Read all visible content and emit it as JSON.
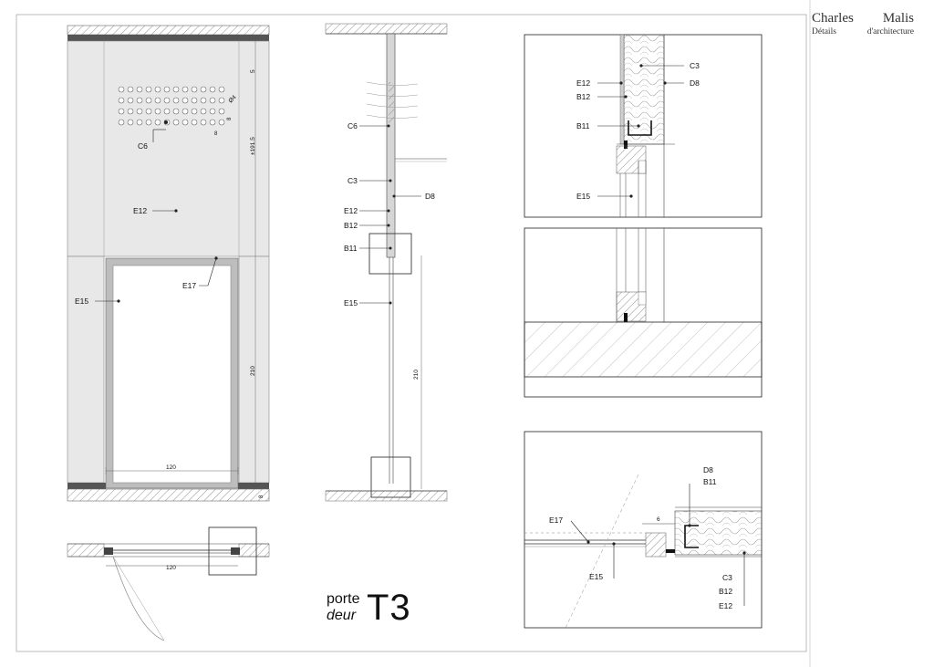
{
  "brand": {
    "first_name": "Charles",
    "last_name": "Malis",
    "sub_left": "Détails",
    "sub_right": "d'architecture"
  },
  "title": {
    "fr": "porte",
    "nl": "deur",
    "code": "T3"
  },
  "labels": {
    "c6": "C6",
    "e12": "E12",
    "e15": "E15",
    "e17": "E17",
    "c3": "C3",
    "d8": "D8",
    "b12": "B12",
    "b11": "B11"
  },
  "dimensions": {
    "top_gap": "5",
    "panel_height": "±191.5",
    "door_height": "210",
    "door_width": "120",
    "floor": "8",
    "hole_dia": "Ø4",
    "hole_pitch_v": "8",
    "hole_pitch_h": "8",
    "jamb": "6"
  }
}
